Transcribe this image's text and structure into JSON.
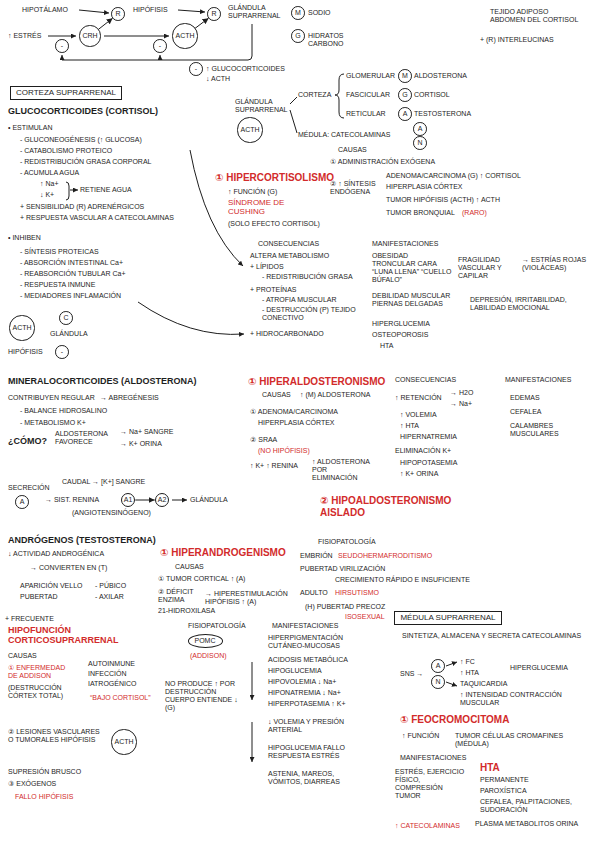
{
  "diagram": {
    "nodes": [
      {
        "text": [
          "CRH"
        ]
      },
      {
        "text": [
          "R"
        ]
      },
      {
        "text": [
          "ACTH"
        ]
      },
      {
        "text": [
          "R"
        ]
      },
      {
        "text": [
          "-"
        ]
      },
      {
        "text": [
          "-"
        ]
      },
      {
        "text": [
          "-"
        ]
      },
      {
        "text": [
          "M"
        ]
      },
      {
        "text": [
          "G"
        ]
      },
      {
        "text": [
          "CORTEZA SUPRARRENAL"
        ]
      },
      {
        "text": [
          "ACTH"
        ]
      },
      {
        "text": [
          "M"
        ]
      },
      {
        "text": [
          "G"
        ]
      },
      {
        "text": [
          "A"
        ]
      },
      {
        "text": [
          "A"
        ]
      },
      {
        "text": [
          "N"
        ]
      },
      {
        "text": [
          "C"
        ]
      },
      {
        "text": [
          "ACTH"
        ]
      },
      {
        "text": [
          "-"
        ]
      },
      {
        "text": [
          "A"
        ]
      },
      {
        "text": [
          "A1"
        ]
      },
      {
        "text": [
          "A2"
        ]
      },
      {
        "text": [
          "MÉDULA SUPRARRENAL"
        ]
      },
      {
        "text": [
          "A"
        ]
      },
      {
        "text": [
          "N"
        ]
      },
      {
        "text": [
          "POMC"
        ]
      },
      {
        "text": [
          "ACTH"
        ]
      }
    ],
    "edges": [
      {
        "from": 0,
        "to": 1,
        "arrow": "to"
      },
      {
        "from": 2,
        "to": 3,
        "arrow": "to"
      },
      {
        "from": 20,
        "to": 21,
        "arrow": "to"
      }
    ],
    "labels": [
      "HIPOTÁLAMO",
      "HIPÓFISIS",
      "GLÁNDULA SUPRARRENAL",
      "↑ ESTRÉS",
      "↑ GLUCOCORTICOIDES",
      "↓ ACTH",
      "SODIO",
      "HIDRATOS CARBONO",
      "TEJIDO ADIPOSO ABDOMEN DEL CORTISOL",
      "+ (R) INTERLEUCINAS",
      "GLÁNDULA SUPRARRENAL",
      "CORTEZA",
      "GLOMERULAR",
      "ALDOSTERONA",
      "FASCICULAR",
      "CORTISOL",
      "RETICULAR",
      "TESTOSTERONA",
      "MÉDULA: CATECOLAMINAS",
      "GLUCOCORTICOIDES (CORTISOL)",
      "• ESTIMULAN",
      "- GLUCONEOGÉNESIS (↑ GLUCOSA)",
      "- CATABOLISMO PROTEICO",
      "- REDISTRIBUCIÓN GRASA CORPORAL",
      "- ACUMULA AGUA",
      "↑ Na+",
      "↓ K+",
      "RETIENE AGUA",
      "+ SENSIBILIDAD (R) ADRENÉRGICOS",
      "+ RESPUESTA VASCULAR A CATECOLAMINAS",
      "• INHIBEN",
      "- SÍNTESIS PROTEICAS",
      "- ABSORCIÓN INTESTINAL Ca+",
      "- REABSORCIÓN TUBULAR Ca+",
      "- RESPUESTA INMUNE",
      "- MEDIADORES INFLAMACIÓN",
      "HIPÓFISIS",
      "GLÁNDULA",
      "① HIPERCORTISOLISMO",
      "↑ FUNCIÓN (G)",
      "SÍNDROME DE CUSHING",
      "(SOLO EFECTO CORTISOL)",
      "CAUSAS",
      "① ADMINISTRACIÓN EXÓGENA",
      "② ↑ SÍNTESIS ENDÓGENA",
      "ADENOMA/CARCINOMA (G) ↑ CORTISOL",
      "HIPERPLASIA CÓRTEX",
      "TUMOR HIPÓFISIS (ACTH) ↑ ACTH",
      "TUMOR BRONQUIAL",
      "(RARO)",
      "CONSECUENCIAS",
      "ALTERA METABOLISMO",
      "+ LÍPIDOS",
      "- REDISTRIBUCIÓN GRASA",
      "+ PROTEÍNAS",
      "- ATROFIA MUSCULAR",
      "- DESTRUCCIÓN (P) TEJIDO CONECTIVO",
      "+ HIDROCARBONADO",
      "MANIFESTACIONES",
      "OBESIDAD TRONCULAR CARA “LUNA LLENA” “CUELLO BÚFALO”",
      "DEBILIDAD MUSCULAR PIERNAS DELGADAS",
      "HIPERGLUCEMIA",
      "OSTEOPOROSIS",
      "HTA",
      "FRAGILIDAD VASCULAR Y CAPILAR",
      "→ ESTRÍAS ROJAS (VIOLÁCEAS)",
      "DEPRESIÓN, IRRITABILIDAD, LABILIDAD EMOCIONAL",
      "MINERALOCORTICOIDES (ALDOSTERONA)",
      "CONTRIBUYEN REGULAR",
      "- BALANCE HIDROSALINO",
      "- METABOLISMO K+",
      "→ ABREGÉNESIS",
      "¿CÓMO?",
      "ALDOSTERONA FAVORECE",
      "→ Na+ SANGRE",
      "→ K+ ORINA",
      "SECRECIÓN",
      "CAUDAL → [K+] SANGRE",
      "→ SIST. RENINA",
      "GLÁNDULA",
      "(ANGIOTENSINÓGENO)",
      "① HIPERALDOSTERONISMO",
      "CAUSAS",
      "① ADENOMA/CARCINOMA",
      "HIPERPLASIA CÓRTEX",
      "↑ (M) ALDOSTERONA",
      "② SRAA",
      "(NO HIPÓFISIS)",
      "↑ K+ ↑ RENINA",
      "↑ ALDOSTERONA POR ELIMINACIÓN",
      "CONSECUENCIAS",
      "↑ RETENCIÓN",
      "→ H2O",
      "→ Na+",
      "↑ VOLEMIA",
      "↑ HTA",
      "HIPERNATREMIA",
      "ELIMINACIÓN K+",
      "HIPOPOTASEMIA",
      "↑ K+ ORINA",
      "MANIFESTACIONES",
      "EDEMAS",
      "CEFALEA",
      "CALAMBRES MUSCULARES",
      "② HIPOALDOSTERONISMO AISLADO",
      "ANDRÓGENOS (TESTOSTERONA)",
      "↓ ACTIVIDAD ANDROGÉNICA",
      "→ CONVIERTEN EN (T)",
      "APARICIÓN VELLO",
      "PUBERTAD",
      "- PÚBICO",
      "- AXILAR",
      "① HIPERANDROGENISMO",
      "CAUSAS",
      "① TUMOR CORTICAL ↑ (A)",
      "② DÉFICIT ENZIMA",
      "21-HIDROXILASA",
      "→ HIPERESTIMULACIÓN HIPÓFISIS ↑ (A)",
      "FISIOPATOLOGÍA",
      "EMBRIÓN",
      "SEUDOHERMAFRODITISMO",
      "PUBERTAD VIRILIZACIÓN",
      "CRECIMIENTO RÁPIDO E INSUFICIENTE",
      "ADULTO",
      "HIRSUTISMO",
      "(H) PUBERTAD PRECOZ",
      "ISOSEXUAL",
      "SINTETIZA, ALMACENA Y SECRETA CATECOLAMINAS",
      "SNS →",
      "↑ FC",
      "↑ HTA",
      "HIPERGLUCEMIA",
      "TAQUICARDIA",
      "↑ INTENSIDAD CONTRACCIÓN MUSCULAR",
      "① FEOCROMOCITOMA",
      "↑ FUNCIÓN",
      "TUMOR CÉLULAS CROMAFINES (MÉDULA)",
      "MANIFESTACIONES",
      "ESTRÉS, EJERCICIO FÍSICO, COMPRESIÓN TUMOR",
      "HTA",
      "PERMANENTE",
      "PAROXÍSTICA",
      "CEFALEA, PALPITACIONES, SUDORACIÓN",
      "↑ CATECOLAMINAS",
      "PLASMA METABOLITOS ORINA",
      "+ FRECUENTE",
      "HIPOFUNCIÓN CORTICOSUPRARRENAL",
      "CAUSAS",
      "① ENFERMEDAD DE ADDISON",
      "(DESTRUCCIÓN CÓRTEX TOTAL)",
      "AUTOINMUNE",
      "INFECCIÓN",
      "IATROGÉNICO",
      "“BAJO CORTISOL”",
      "NO PRODUCE ↑ POR DESTRUCCIÓN CUERPO ENTIENDE ↓ (G)",
      "② LESIONES VASCULARES O TUMORALES HIPÓFISIS",
      "SUPRESIÓN BRUSCO",
      "③ EXÓGENOS",
      "FALLO HIPÓFISIS",
      "FISIOPATOLOGÍA",
      "(ADDISON)",
      "MANIFESTACIONES",
      "HIPERPIGMENTACIÓN CUTÁNEO-MUCOSAS",
      "ACIDOSIS METABÓLICA",
      "HIPOGLUCEMIA",
      "HIPOVOLEMIA ↓ Na+",
      "HIPONATREMIA ↓ Na+",
      "HIPERPOTASEMIA ↑ K+",
      "↓ VOLEMIA Y PRESIÓN ARTERIAL",
      "HIPOGLUCEMIA FALLO RESPUESTA ESTRÉS",
      "ASTENIA, MAREOS, VÓMITOS, DIARREAS"
    ]
  }
}
